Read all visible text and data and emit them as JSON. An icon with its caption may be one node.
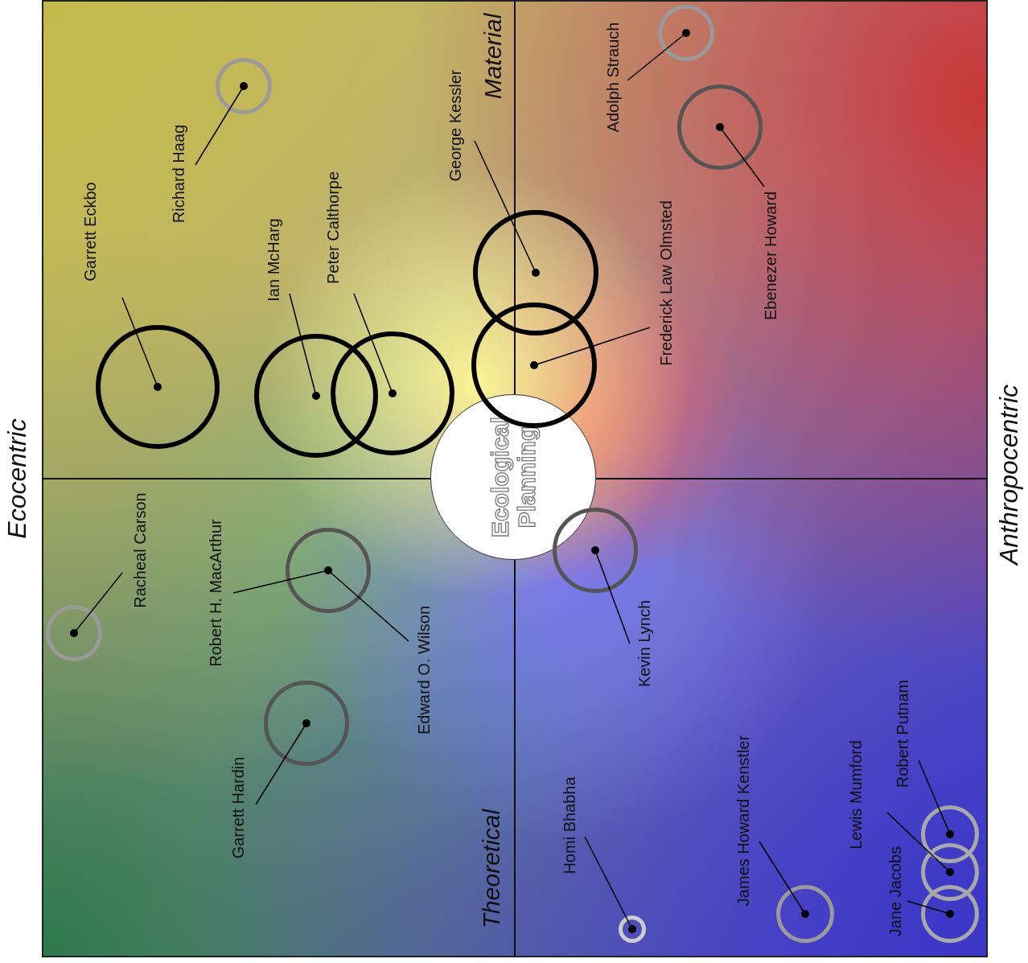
{
  "diagram": {
    "nodes": [
      {
        "text": [
          "Richard Haag"
        ]
      },
      {
        "text": [],
        "shape": "circle"
      },
      {
        "text": [
          "Garrett Eckbo"
        ]
      },
      {
        "text": [],
        "shape": "circle"
      },
      {
        "text": [
          "Ian McHarg"
        ]
      },
      {
        "text": [],
        "shape": "circle"
      },
      {
        "text": [
          "Peter Calthorpe"
        ]
      },
      {
        "text": [],
        "shape": "circle"
      },
      {
        "text": [
          "George Kessler"
        ]
      },
      {
        "text": [],
        "shape": "circle"
      },
      {
        "text": [
          "Frederick Law Olmsted"
        ]
      },
      {
        "text": [],
        "shape": "circle"
      },
      {
        "text": [
          "Adolph Strauch"
        ]
      },
      {
        "text": [],
        "shape": "circle"
      },
      {
        "text": [
          "Ebenezer Howard"
        ]
      },
      {
        "text": [],
        "shape": "circle"
      },
      {
        "text": [
          "Ecological Planning"
        ]
      },
      {
        "text": [
          "Racheal Carson"
        ]
      },
      {
        "text": [],
        "shape": "circle"
      },
      {
        "text": [
          "Robert H. MacArthur"
        ]
      },
      {
        "text": [
          "Edward O. Wilson"
        ]
      },
      {
        "text": [],
        "shape": "circle"
      },
      {
        "text": [
          "Garrett Hardin"
        ]
      },
      {
        "text": [],
        "shape": "circle"
      },
      {
        "text": [
          "Kevin Lynch"
        ]
      },
      {
        "text": [],
        "shape": "circle"
      },
      {
        "text": [
          "Homi Bhabha"
        ]
      },
      {
        "text": [],
        "shape": "circle"
      },
      {
        "text": [
          "James Howard Kenstler"
        ]
      },
      {
        "text": [],
        "shape": "circle"
      },
      {
        "text": [
          "Robert Putnam"
        ]
      },
      {
        "text": [],
        "shape": "circle"
      },
      {
        "text": [
          "Lewis Mumford"
        ]
      },
      {
        "text": [],
        "shape": "circle"
      },
      {
        "text": [
          "Jane Jacobs"
        ]
      },
      {
        "text": [],
        "shape": "circle"
      }
    ],
    "edges": [
      {
        "from": 0,
        "to": 1,
        "arrow": "none"
      },
      {
        "from": 2,
        "to": 3,
        "arrow": "none"
      },
      {
        "from": 4,
        "to": 5,
        "arrow": "none"
      },
      {
        "from": 6,
        "to": 7,
        "arrow": "none"
      },
      {
        "from": 8,
        "to": 9,
        "arrow": "none"
      },
      {
        "from": 10,
        "to": 11,
        "arrow": "none"
      },
      {
        "from": 12,
        "to": 13,
        "arrow": "none"
      },
      {
        "from": 14,
        "to": 15,
        "arrow": "none"
      },
      {
        "from": 17,
        "to": 18,
        "arrow": "none"
      },
      {
        "from": 19,
        "to": 21,
        "arrow": "none"
      },
      {
        "from": 20,
        "to": 21,
        "arrow": "none"
      },
      {
        "from": 22,
        "to": 23,
        "arrow": "none"
      },
      {
        "from": 24,
        "to": 25,
        "arrow": "none"
      },
      {
        "from": 26,
        "to": 27,
        "arrow": "none"
      },
      {
        "from": 28,
        "to": 29,
        "arrow": "none"
      },
      {
        "from": 30,
        "to": 31,
        "arrow": "none"
      },
      {
        "from": 32,
        "to": 33,
        "arrow": "none"
      },
      {
        "from": 34,
        "to": 35,
        "arrow": "none"
      }
    ],
    "labels": [
      "Material",
      "Ecocentric",
      "Anthropocentric",
      "Theoretical"
    ]
  }
}
